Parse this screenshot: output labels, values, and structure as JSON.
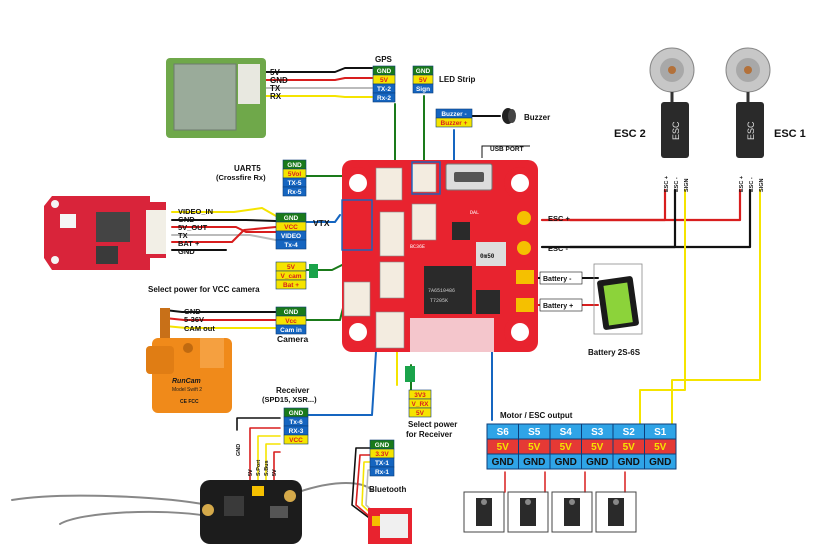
{
  "colors": {
    "gnd": "#1a7a1a",
    "power": "#d81e1e",
    "signal": "#1565c0",
    "yellow": "#f5e400",
    "board": "#e8232f",
    "camera": "#f08a1a",
    "motor_table_blue": "#2fa4e7",
    "motor_table_red": "#e53935"
  },
  "labels": {
    "gps": "GPS",
    "led_strip": "LED Strip",
    "buzzer": "Buzzer",
    "usb_port": "USB PORT",
    "uart5": "UART5",
    "uart5_sub": "(Crossfire Rx)",
    "vtx": "VTX",
    "vcc_select": "Select power for VCC camera",
    "camera": "Camera",
    "receiver": "Receiver",
    "receiver_sub": "(SPD15, XSR...)",
    "receiver_power": "Select power",
    "receiver_power_2": "for Receiver",
    "bluetooth": "Bluetooth",
    "battery": "Battery 2S-6S",
    "motor_output": "Motor / ESC output",
    "esc1": "ESC 1",
    "esc2": "ESC 2",
    "esc_body": "ESC"
  },
  "gps_module": {
    "pins": [
      "5V",
      "GND",
      "TX",
      "RX"
    ]
  },
  "gps_box": [
    "GND",
    "5V",
    "TX-2",
    "Rx-2"
  ],
  "led_box": [
    "GND",
    "5V",
    "Sign"
  ],
  "buzzer_box": [
    "Buzzer -",
    "Buzzer +"
  ],
  "uart5_box": [
    "GND",
    "5Vol",
    "TX-5",
    "Rx-5"
  ],
  "vtx_module": {
    "pins": [
      "VIDEO_IN",
      "GND",
      "5V_OUT",
      "TX",
      "BAT +",
      "GND"
    ]
  },
  "vtx_box": [
    "GND",
    "VCC",
    "VIDEO",
    "Tx-4"
  ],
  "vcc_box": [
    "5V",
    "V_cam",
    "Bat +"
  ],
  "camera_wires": [
    "GND",
    "5-36V",
    "CAM out"
  ],
  "camera_box": [
    "GND",
    "Vcc",
    "Cam in"
  ],
  "camera_brand": "RunCam",
  "camera_model": "Model Swift 2",
  "camera_ce": "CE FCC",
  "receiver_box": [
    "GND",
    "Tx-6",
    "RX-3",
    "VCC"
  ],
  "receiver_pins": [
    "GND",
    "5V",
    "S.Port",
    "S.Bus",
    "5V"
  ],
  "rx_power_box": [
    "3V3",
    "V_RX",
    "5V"
  ],
  "bluetooth_box": [
    "GND",
    "3.3V",
    "TX-1",
    "Rx-1"
  ],
  "esc_pads": [
    "ESC +",
    "ESC -"
  ],
  "battery_pads": [
    "Battery -",
    "Battery +"
  ],
  "esc_wires": [
    "ESC +",
    "ESC -",
    "SIGN"
  ],
  "motor_table": {
    "signals": [
      "S6",
      "S5",
      "S4",
      "S3",
      "S2",
      "S1"
    ],
    "power": [
      "5V",
      "5V",
      "5V",
      "5V",
      "5V",
      "5V"
    ],
    "ground": [
      "GND",
      "GND",
      "GND",
      "GND",
      "GND",
      "GND"
    ]
  },
  "board_chips": [
    "DAL",
    "0m50",
    "7A6510486",
    "T7205K",
    "BC36E"
  ]
}
